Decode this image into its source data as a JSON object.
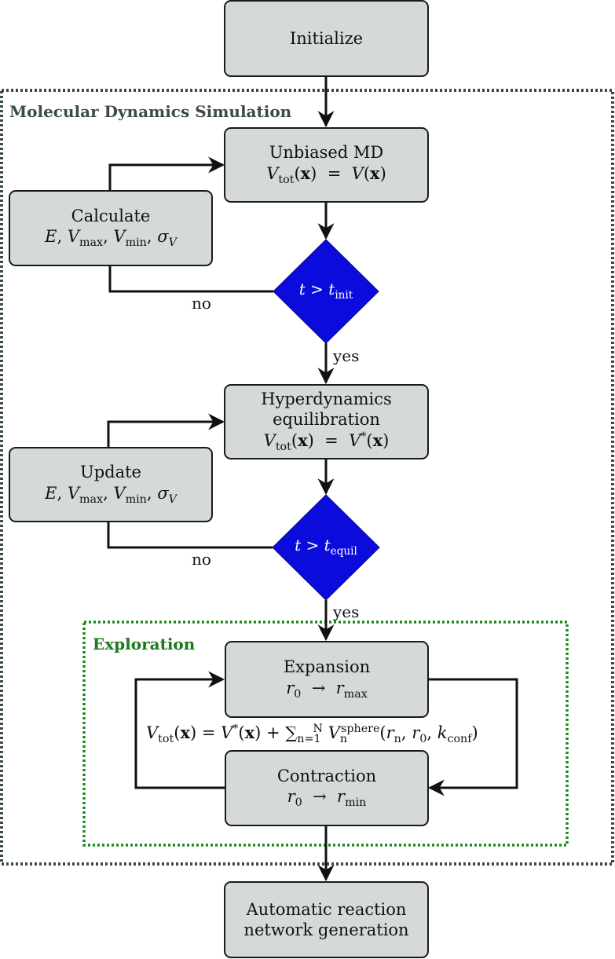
{
  "colors": {
    "box_fill": "#d5d9da",
    "decision_fill": "#0b0bdc",
    "md_group_border": "#3a4a4a",
    "md_group_title": "#3a4a4a",
    "exploration_border": "#1a8a1a",
    "exploration_title": "#1a7a1a"
  },
  "nodes": {
    "initialize": {
      "label": "Initialize"
    },
    "unbiased_md": {
      "title": "Unbiased MD",
      "eq_lhs": "V",
      "eq_lhs_sub": "tot",
      "eq_arg": "(x)",
      "eq_rhs": "V(x)"
    },
    "calculate": {
      "title": "Calculate",
      "vars": "E, Vmax, Vmin, σV"
    },
    "decision_init": {
      "label": "t > t",
      "sub": "init"
    },
    "hyper_equil": {
      "title_line1": "Hyperdynamics",
      "title_line2": "equilibration",
      "eq_rhs": "V*(x)"
    },
    "update": {
      "title": "Update",
      "vars": "E, Vmax, Vmin, σV"
    },
    "decision_equil": {
      "label": "t > t",
      "sub": "equil"
    },
    "expansion": {
      "title": "Expansion",
      "from": "r0",
      "to": "rmax"
    },
    "contraction": {
      "title": "Contraction",
      "from": "r0",
      "to": "rmin"
    },
    "exploration_eq": "Vtot(x) = V*(x) + Σ_{n=1}^{N} V_n^sphere(r_n, r_0, k_conf)",
    "automatic": {
      "line1": "Automatic reaction",
      "line2": "network generation"
    }
  },
  "groups": {
    "md": {
      "title": "Molecular Dynamics Simulation"
    },
    "exploration": {
      "title": "Exploration"
    }
  },
  "edge_labels": {
    "no1": "no",
    "yes1": "yes",
    "no2": "no",
    "yes2": "yes"
  }
}
